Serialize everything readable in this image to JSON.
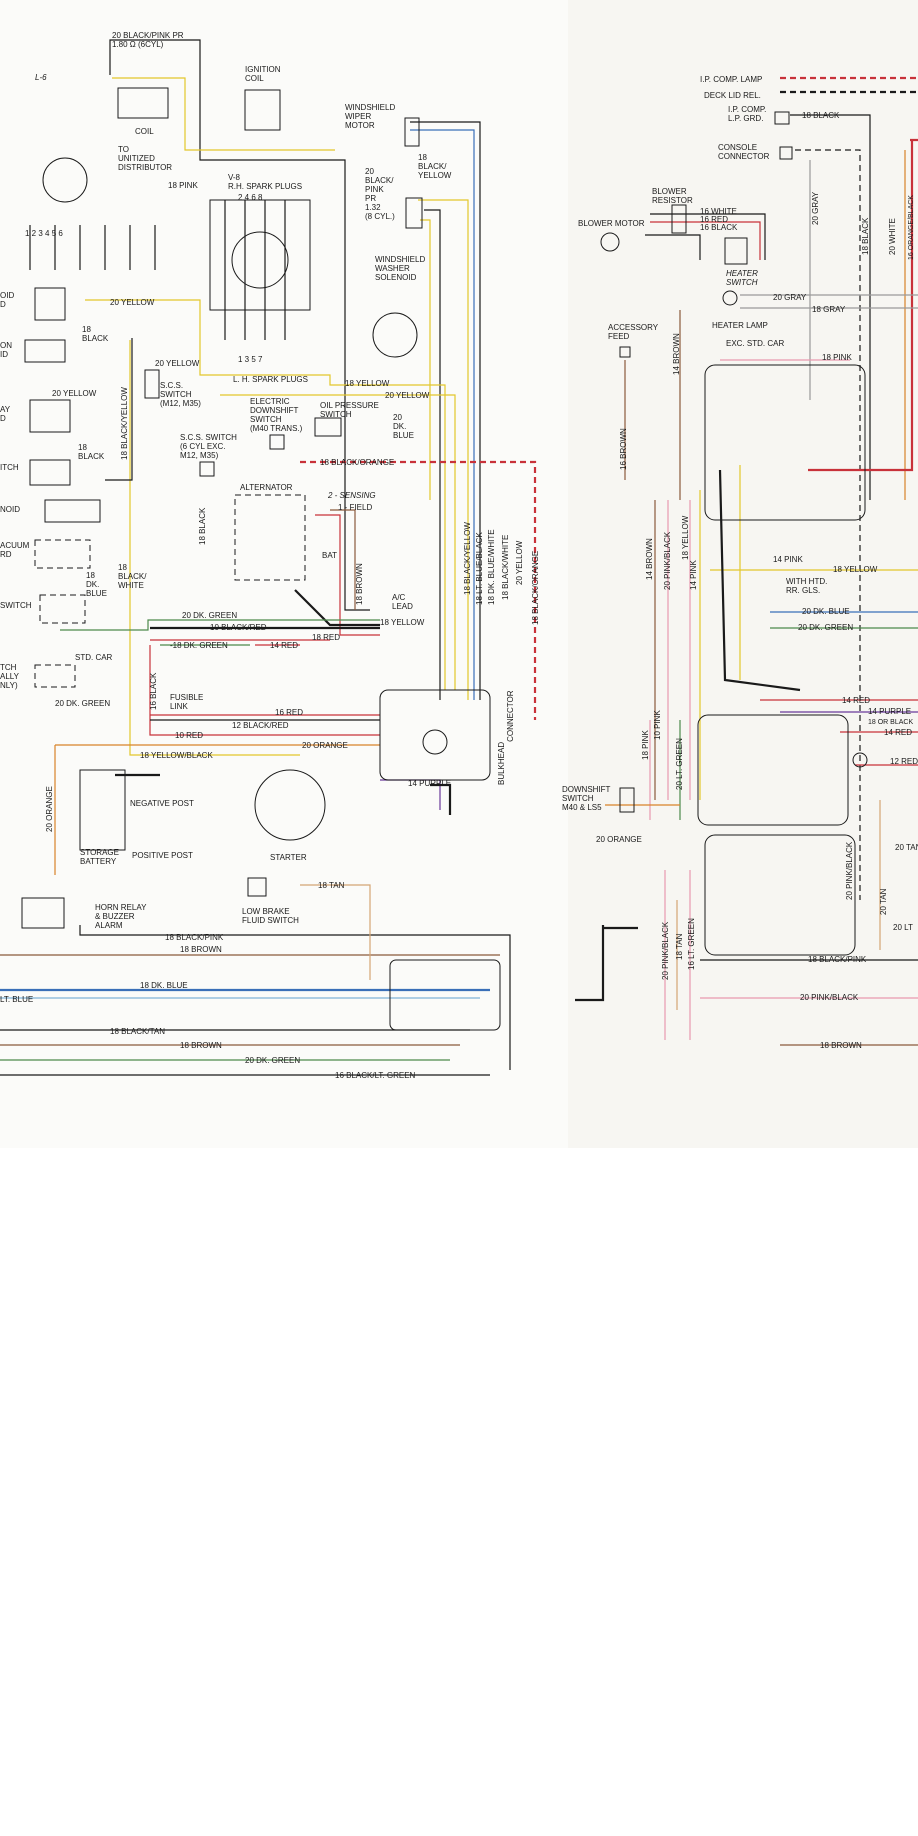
{
  "page_label": "L-6",
  "left_panel": {
    "coil_resistor_wire": "20 BLACK/PINK PR\n1.80 Ω (6CYL)",
    "coil": "COIL",
    "ignition_coil": "IGNITION\nCOIL",
    "distributor": "TO\nUNITIZED\nDISTRIBUTOR",
    "eighteen_pink": "18 PINK",
    "rh_spark_plugs": "V-8\nR.H. SPARK PLUGS",
    "rh_plug_numbers": "2  4  6  8",
    "lh_spark_plugs": "L. H. SPARK PLUGS",
    "lh_plug_numbers": "1  3  5  7",
    "distributor_terminals": "1  2  3  4  5  6",
    "wiper_motor": "WINDSHIELD\nWIPER\nMOTOR",
    "wiper_resistor_wire": "20\nBLACK/\nPINK\nPR\n1.32\n(8 CYL.)",
    "eighteen_black_yellow": "18\nBLACK/\nYELLOW",
    "washer_solenoid": "WINDSHIELD\nWASHER\nSOLENOID",
    "twenty_yellow_top": "20 YELLOW",
    "eighteen_black_ground": "18\nBLACK",
    "twenty_yellow_scs": "20 YELLOW",
    "scs_switch": "S.C.S.\nSWITCH\n(M12, M35)",
    "twenty_yellow_left": "20 YELLOW",
    "eighteen_black_yellow_vert": "18 BLACK/YELLOW",
    "eighteen_black_left": "18\nBLACK",
    "eighteen_yellow_mid": "18 YELLOW",
    "twenty_yellow_mid": "20 YELLOW",
    "electric_downshift": "ELECTRIC\nDOWNSHIFT\nSWITCH\n(M40 TRANS.)",
    "oil_pressure": "OIL PRESSURE\nSWITCH",
    "twenty_dk_blue": "20\nDK.\nBLUE",
    "scs_switch_6cyl": "S.C.S. SWITCH\n(6 CYL EXC.\nM12, M35)",
    "eighteen_black_orange": "18 BLACK/ORANGE",
    "alternator": "ALTERNATOR",
    "sensing": "2 - SENSING",
    "field": "1 - FIELD",
    "bat": "BAT",
    "eighteen_black_vert": "18 BLACK",
    "eighteen_brown_vert": "18 BROWN",
    "ac_lead": "A/C\nLEAD",
    "eighteen_dk_blue_vert": "18\nDK.\nBLUE",
    "eighteen_black_white": "18\nBLACK/\nWHITE",
    "bundle_labels": [
      "18 BLACK/YELLOW",
      "18 LT. BLUE/BLACK",
      "18 DK. BLUE/WHITE",
      "18 BLACK/WHITE",
      "20 YELLOW",
      "18 BLACK/ORANGE"
    ],
    "twenty_dk_green": "20 DK. GREEN",
    "eighteen_yellow_low": "18 YELLOW",
    "ten_black_red": "10 BLACK/RED",
    "eighteen_red": "18 RED",
    "eighteen_dk_green": "-18 DK. GREEN",
    "fourteen_red": "14 RED",
    "std_car": "STD. CAR",
    "sixteen_black": "16 BLACK",
    "fusible_link": "FUSIBLE\nLINK",
    "sixteen_red": "16 RED",
    "twelve_black_red": "12 BLACK/RED",
    "ten_red": "10 RED",
    "twenty_orange_h": "20 ORANGE",
    "eighteen_yellow_black": "18 YELLOW/BLACK",
    "bulkhead_connector": "BULKHEAD\nCONNECTOR",
    "fourteen_purple": "14 PURPLE",
    "twenty_orange_vert": "20 ORANGE",
    "negative_post": "NEGATIVE POST",
    "storage_battery": "STORAGE\nBATTERY",
    "positive_post": "POSITIVE POST",
    "starter": "STARTER",
    "eighteen_tan": "18 TAN",
    "low_brake": "LOW BRAKE\nFLUID SWITCH",
    "horn_relay": "HORN RELAY\n& BUZZER\nALARM",
    "bottom_wires": [
      "18 BLACK/PINK",
      "18 BROWN",
      "18 DK. BLUE",
      "LT. BLUE",
      "18 BLACK/TAN",
      "18 BROWN",
      "20 DK. GREEN",
      "16 BLACK/LT. GREEN"
    ],
    "cut_labels": [
      "OID\nD",
      "ON\nID",
      "AY\nD",
      "ITCH",
      "NOID",
      "ACUUM\nRD",
      "SWITCH",
      "TCH\nALLY\nNLY)"
    ],
    "twenty_dk_green_low": "20 DK. GREEN"
  },
  "right_panel": {
    "ip_comp_lamp": "I.P. COMP. LAMP",
    "deck_lid_rel": "DECK LID REL.",
    "ip_comp_lp_grd": "I.P. COMP.\nL.P. GRD.",
    "eighteen_black_top": "18 BLACK",
    "console_connector": "CONSOLE\nCONNECTOR",
    "blower_resistor": "BLOWER\nRESISTOR",
    "blower_motor": "BLOWER MOTOR",
    "resistor_wires": [
      "16 WHITE",
      "16 RED",
      "16 BLACK"
    ],
    "heater_switch": "HEATER\nSWITCH",
    "twenty_gray": "20 GRAY",
    "eighteen_gray": "18 GRAY",
    "heater_lamp": "HEATER LAMP",
    "twenty_gray_vert": "20 GRAY",
    "eighteen_black_vert": "18 BLACK",
    "twenty_white_vert": "20 WHITE",
    "orange_black_vert": "16 ORANGE/BLACK",
    "accessory_feed": "ACCESSORY\nFEED",
    "exc_std_car": "EXC. STD. CAR",
    "eighteen_pink": "18 PINK",
    "fourteen_brown_vert": "14 BROWN",
    "sixteen_brown_vert": "16 BROWN",
    "fourteen_brown_low": "14 BROWN",
    "twenty_pink_black_vert": "20 PINK/BLACK",
    "eighteen_yellow_vert": "18 YELLOW",
    "fourteen_pink_vert": "14 PINK",
    "fourteen_pink": "14 PINK",
    "eighteen_yellow": "18 YELLOW",
    "with_htd_rr_gls": "WITH HTD.\nRR. GLS.",
    "twenty_dk_blue": "20 DK. BLUE",
    "twenty_dk_green": "20 DK. GREEN",
    "fourteen_red": "14 RED",
    "fourteen_purple": "14 PURPLE",
    "eighteen_or_black": "18 OR BLACK",
    "fourteen_red_b": "14 RED",
    "twelve_red": "12 RED",
    "eighteen_pink_vert": "18 PINK",
    "ten_pink": "10 PINK",
    "twenty_lt_green": "20 LT. GREEN",
    "downshift_switch": "DOWNSHIFT\nSWITCH\nM40 & LS5",
    "twenty_orange": "20 ORANGE",
    "twenty_tan": "20 TAN",
    "twenty_lt": "20 LT",
    "eighteen_black_pink": "18 BLACK/PINK",
    "twenty_pink_black_vert_low": "20 PINK/BLACK",
    "eighteen_tan_vert": "18 TAN",
    "sixteen_lt_green": "16 LT. GREEN",
    "twenty_pink_black": "20 PINK/BLACK",
    "eighteen_brown": "18 BROWN",
    "twenty_tan_vert": "20 TAN",
    "twenty_pink_black_b": "20 PINK/BLACK"
  },
  "colors": {
    "yellow_wire": "#e3c72b",
    "black_wire": "#1a1a1a",
    "red_wire": "#c8323a",
    "blue_wire": "#3a6fb8",
    "pink_wire": "#e89ab0",
    "orange_wire": "#d8832a",
    "brown_wire": "#8a5a3c",
    "green_wire": "#4c8a4c",
    "gray_wire": "#9a9a9a"
  }
}
